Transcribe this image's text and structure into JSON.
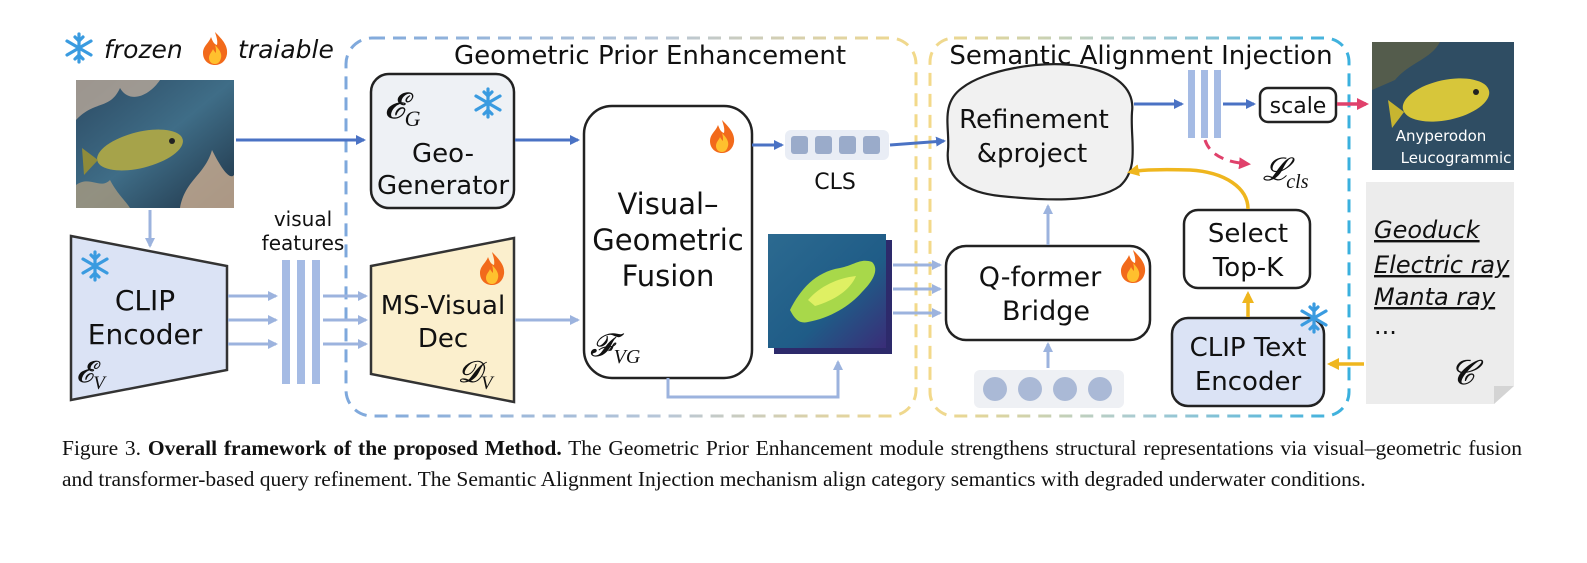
{
  "legend": {
    "frozen_label": "frozen",
    "trainable_label": "traiable",
    "frozen_icon": "snowflake-icon",
    "trainable_icon": "flame-icon"
  },
  "modules": {
    "geometric_prior_title": "Geometric Prior Enhancement",
    "semantic_alignment_title": "Semantic Alignment Injection"
  },
  "blocks": {
    "geo_generator": {
      "symbol": "𝓔",
      "symbol_sub": "G",
      "line1": "Geo-",
      "line2": "Generator"
    },
    "clip_encoder": {
      "line1": "CLIP",
      "line2": "Encoder",
      "symbol": "𝓔",
      "symbol_sub": "V"
    },
    "visual_features_label_1": "visual",
    "visual_features_label_2": "features",
    "ms_visual_dec": {
      "line1": "MS-Visual",
      "line2": "Dec",
      "symbol": "𝓓",
      "symbol_sub": "V"
    },
    "visual_geometric_fusion": {
      "line1": "Visual–",
      "line2": "Geometric",
      "line3": "Fusion",
      "symbol": "𝓕",
      "symbol_sub": "VG"
    },
    "cls_label": "CLS",
    "refinement": {
      "line1": "Refinement",
      "line2": "&project"
    },
    "qformer": {
      "line1": "Q-former",
      "line2": "Bridge"
    },
    "scale_label": "scale",
    "loss": {
      "symbol": "𝓛",
      "sub": "cls"
    },
    "select_topk": {
      "line1": "Select",
      "line2": "Top-K"
    },
    "clip_text_encoder": {
      "line1": "CLIP Text",
      "line2": "Encoder"
    },
    "category_list": [
      "Geoduck",
      "Electric ray",
      "Manta ray",
      "..."
    ],
    "category_symbol": "𝓒",
    "output_label_1": "Anyperodon",
    "output_label_2": "Leucogrammic"
  },
  "colors": {
    "blue_arrow": "#4a72c4",
    "light_blue_arrow": "#9cb3de",
    "yellow_arrow": "#efb61e",
    "pink_arrow": "#e0416b",
    "clip_fill": "#dbe3f5",
    "dec_fill": "#fbefcd",
    "dashed_blue": "#6fa0d8",
    "dashed_yellow": "#f3d98c",
    "cyan_border": "#3ab0de"
  },
  "caption": {
    "prefix": "Figure 3.",
    "bold": "Overall framework of the proposed Method.",
    "body": "The Geometric Prior Enhancement module strengthens structural representations via visual–geometric fusion and transformer-based query refinement. The Semantic Alignment Injection mechanism align category semantics with degraded underwater conditions."
  }
}
